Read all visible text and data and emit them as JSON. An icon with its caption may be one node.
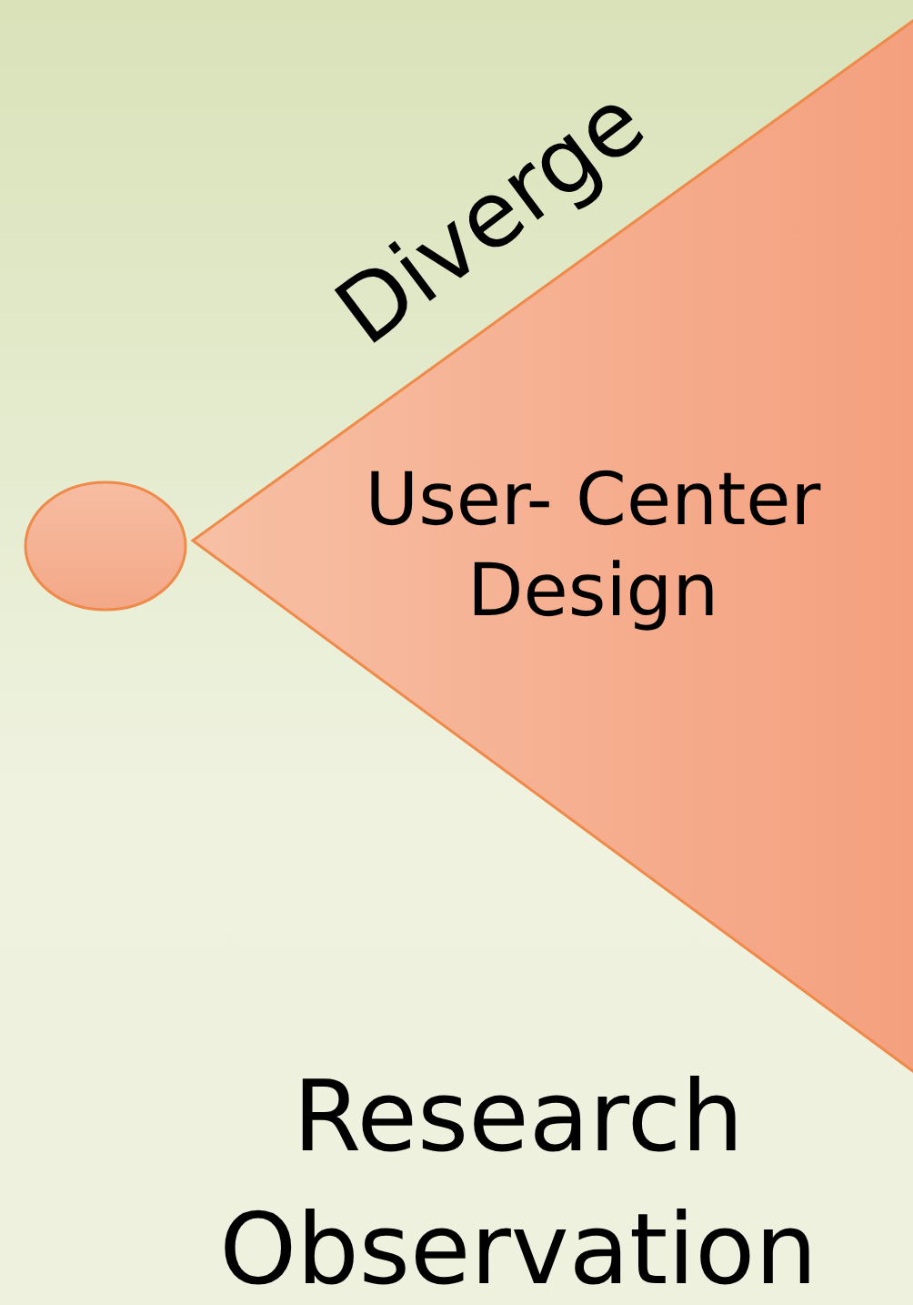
{
  "diagram": {
    "nodes": [
      {
        "text": [],
        "shape": "circle"
      },
      {
        "text": [
          "User- Center Design"
        ]
      }
    ],
    "labels": [
      "Diverge",
      "Research Observation"
    ]
  }
}
